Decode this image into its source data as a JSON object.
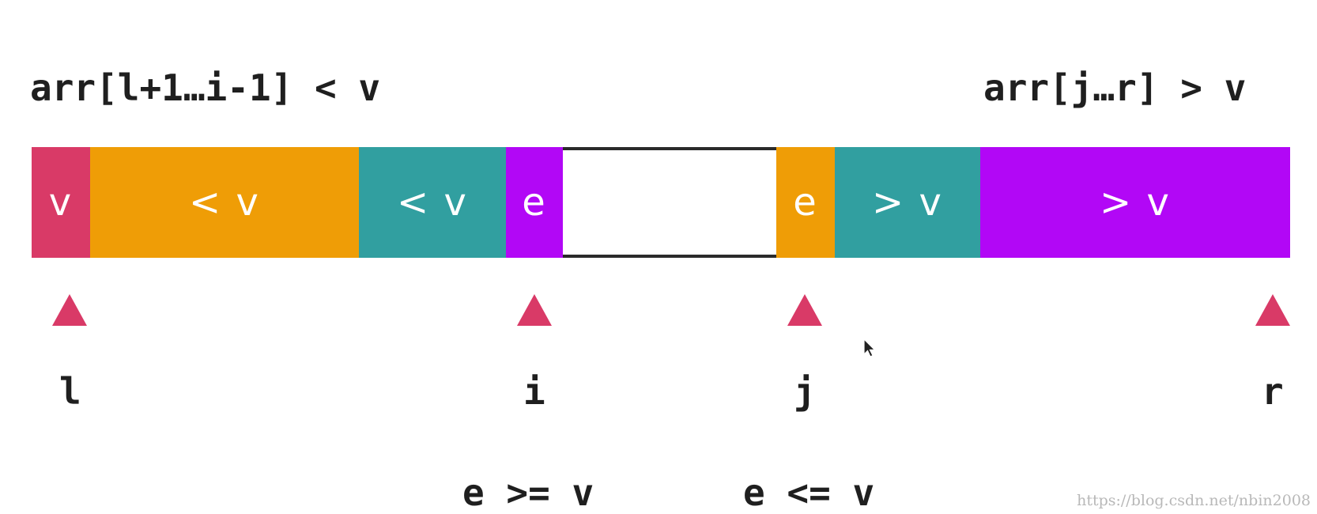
{
  "labels": {
    "left_range": "arr[l+1…i-1] < v",
    "right_range": "arr[j…r] > v"
  },
  "segments": [
    {
      "label": "v",
      "color": "#d93a67"
    },
    {
      "label": "< v",
      "color": "#ef9d06"
    },
    {
      "label": "< v",
      "color": "#319fa0"
    },
    {
      "label": "e",
      "color": "#b207f6"
    },
    {
      "label": "",
      "color": "#ffffff"
    },
    {
      "label": "e",
      "color": "#ef9d06"
    },
    {
      "label": "> v",
      "color": "#319fa0"
    },
    {
      "label": "> v",
      "color": "#b207f6"
    }
  ],
  "pointers": [
    {
      "label": "l",
      "color": "#d93a67"
    },
    {
      "label": "i",
      "color": "#d93a67"
    },
    {
      "label": "j",
      "color": "#d93a67"
    },
    {
      "label": "r",
      "color": "#d93a67"
    }
  ],
  "conditions": {
    "at_i": "e >= v",
    "at_j": "e <= v"
  },
  "watermark": "https://blog.csdn.net/nbin2008"
}
